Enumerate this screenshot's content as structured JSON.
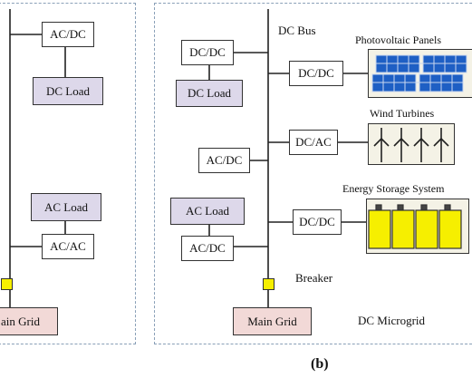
{
  "panel_a": {
    "ac_dc": "AC/DC",
    "dc_load": "DC Load",
    "ac_load": "AC Load",
    "ac_ac": "AC/AC",
    "main_grid": "ain Grid"
  },
  "panel_b": {
    "dc_bus": "DC Bus",
    "dcdc_load": "DC/DC",
    "dc_load": "DC Load",
    "dcdc_pv": "DC/DC",
    "pv_label": "Photovoltaic Panels",
    "dcac_wind": "DC/AC",
    "wind_label": "Wind Turbines",
    "acdc_mid": "AC/DC",
    "ac_load": "AC Load",
    "acdc_low": "AC/DC",
    "ess_label": "Energy Storage System",
    "dcdc_ess": "DC/DC",
    "breaker_label": "Breaker",
    "main_grid": "Main Grid",
    "microgrid_label": "DC Microgrid"
  },
  "caption": "(b)",
  "colors": {
    "load_fill": "#ddd8ea",
    "grid_fill": "#f2d9d7",
    "breaker_fill": "#f6ef00",
    "battery_fill": "#f6ef00",
    "pv_fill": "#1e5fc4",
    "panel_border": "#8aa0b8"
  },
  "icons": [
    "pv-panel-icon",
    "wind-turbine-icon",
    "battery-icon"
  ]
}
